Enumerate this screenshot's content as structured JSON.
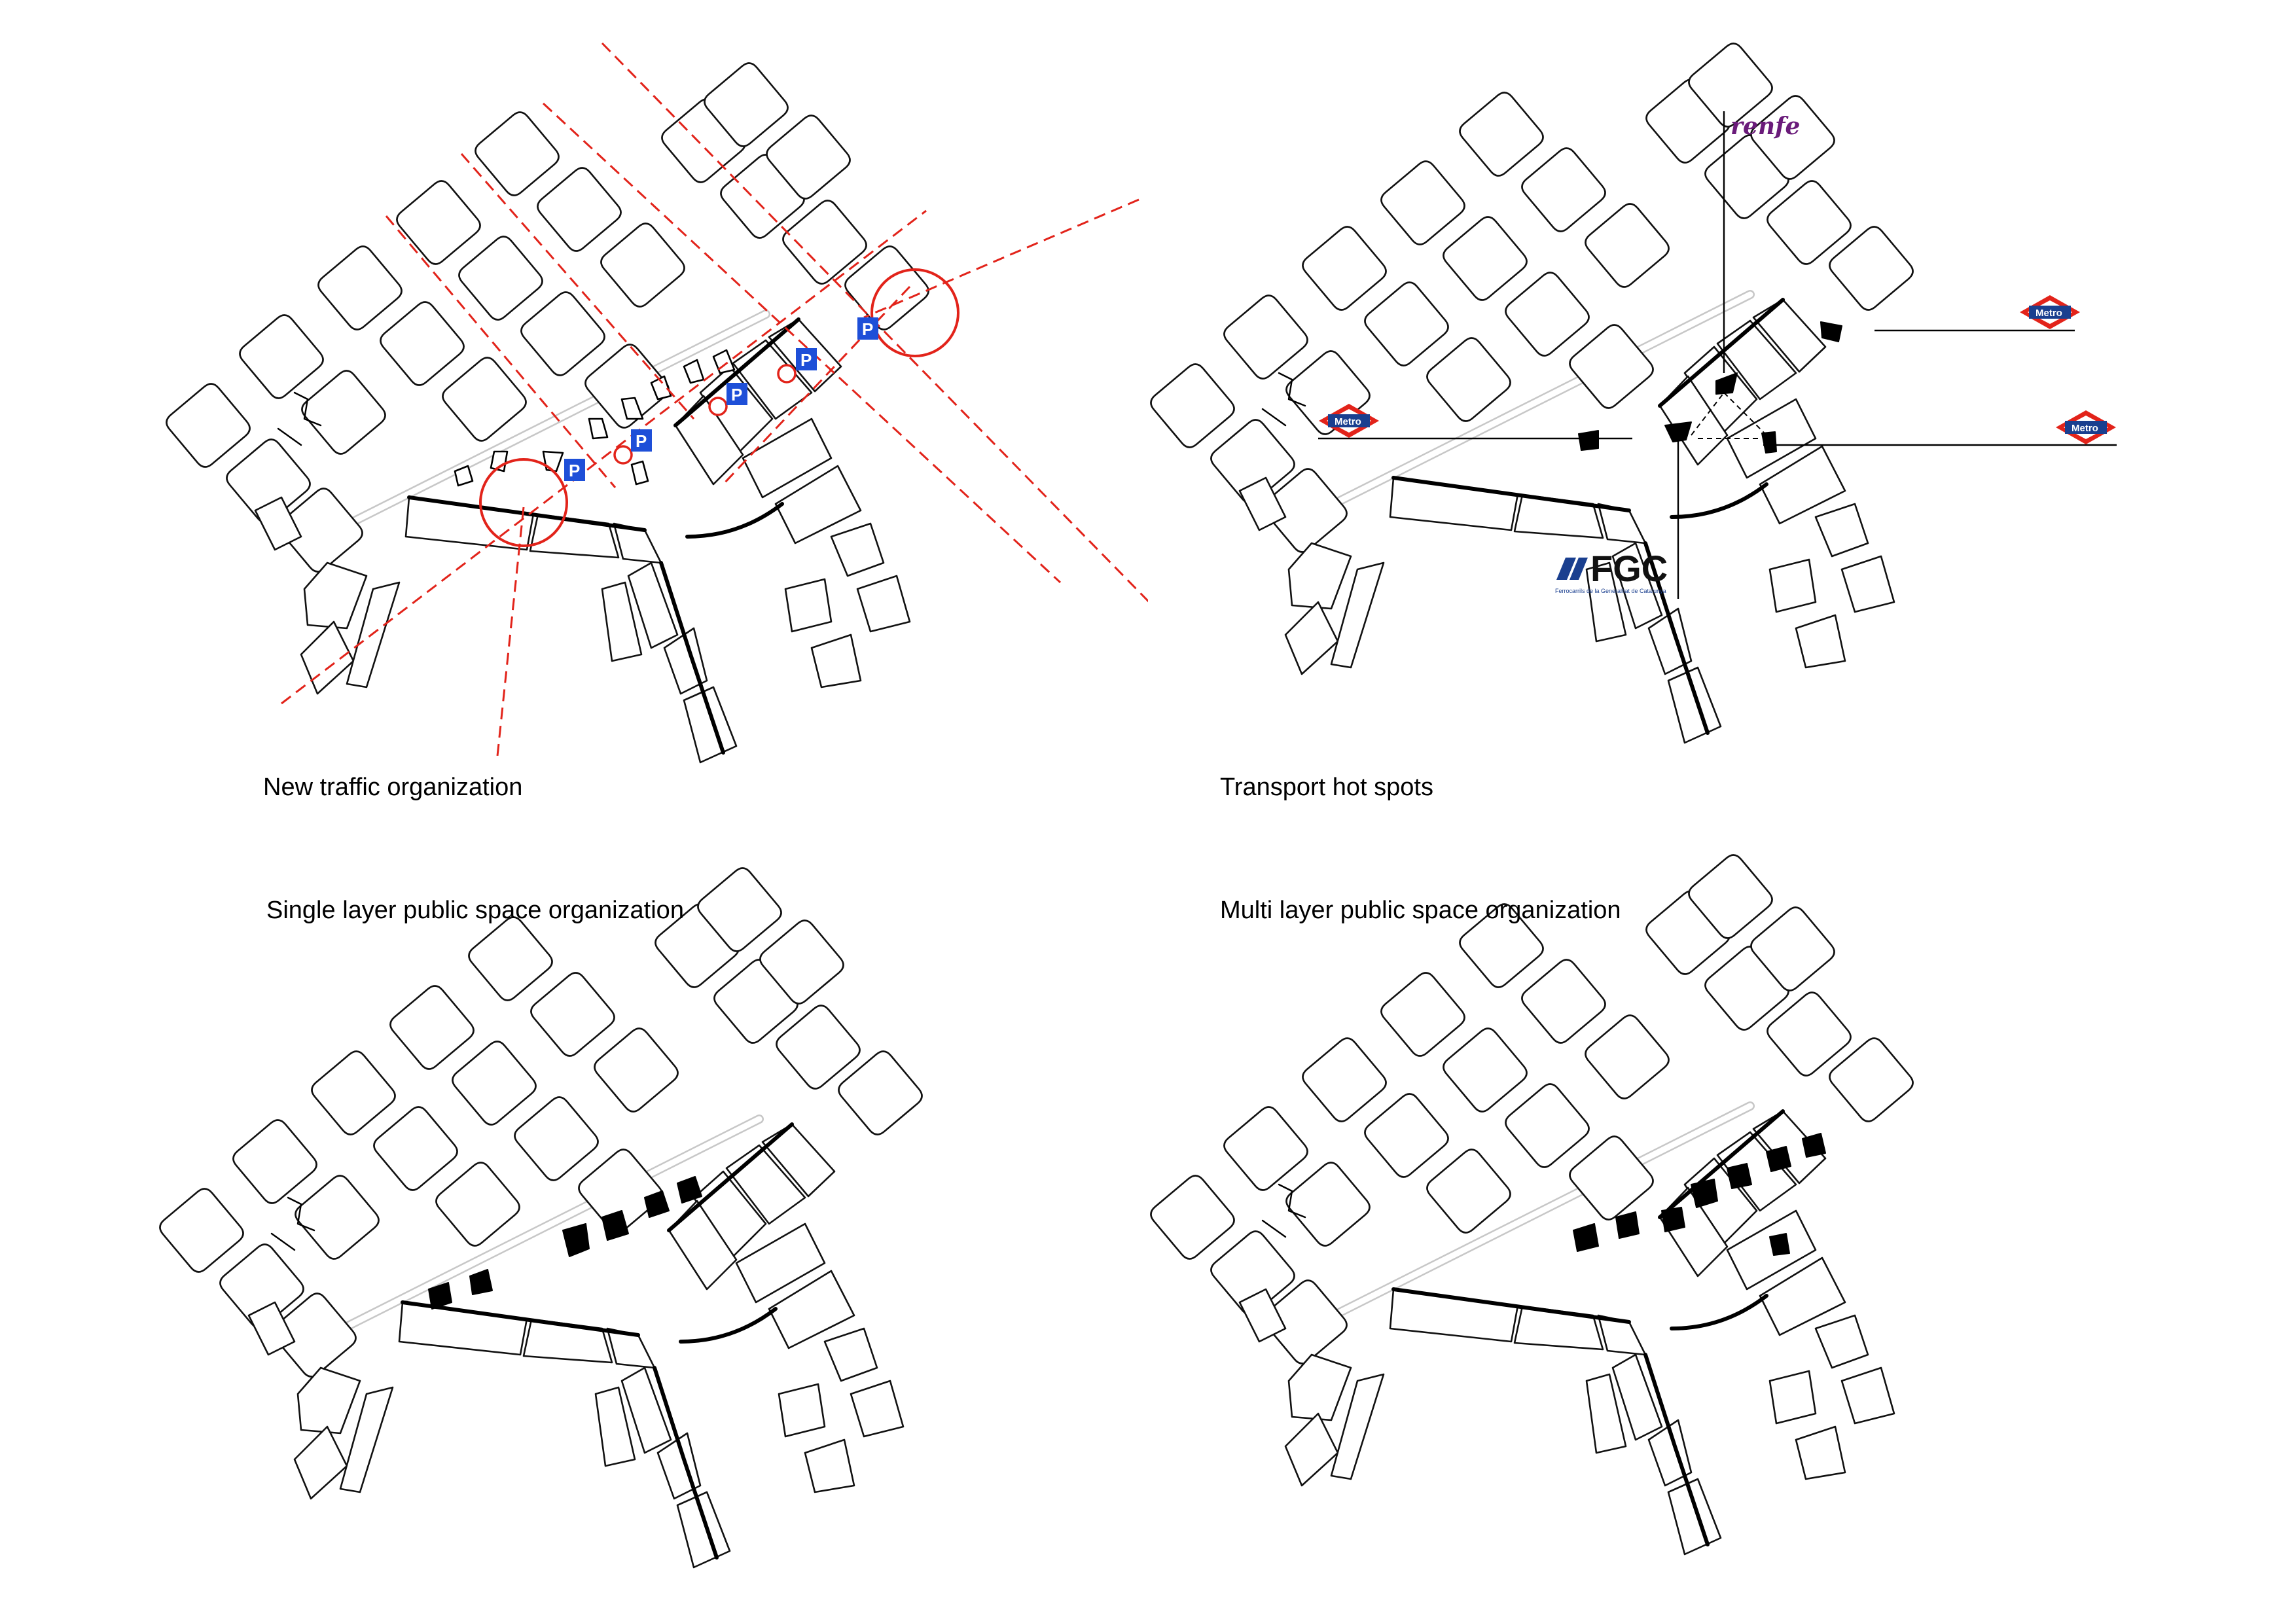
{
  "captions": {
    "traffic": "New traffic organization",
    "transport": "Transport hot spots",
    "single_layer": "Single layer public space organization",
    "multi_layer": "Multi layer public space organization"
  },
  "transport_labels": {
    "renfe": "renfe",
    "metro": "Metro",
    "fgc": "FGC",
    "fgc_subtitle": "Ferrocarrils de la Generalitat de Catalunya"
  },
  "parking_label": "P",
  "colors": {
    "traffic_lines": "#e2231a",
    "parking": "#1e4fd8",
    "renfe": "#6a1b7a",
    "metro_red": "#e2231a",
    "metro_blue": "#1a3f8f",
    "fgc_blue": "#1a3f8f"
  }
}
